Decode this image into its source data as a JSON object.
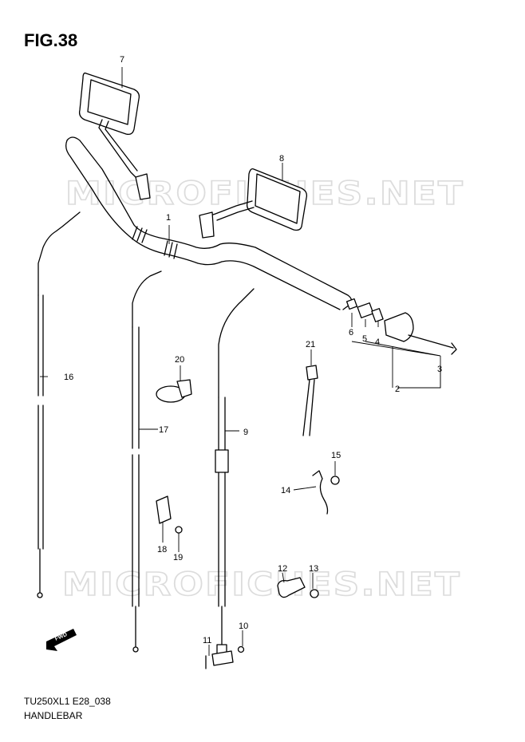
{
  "figure": {
    "title": "FIG.38"
  },
  "footer": {
    "code": "TU250XL1 E28_038",
    "name": "HANDLEBAR"
  },
  "watermark": {
    "text": "MICROFICHES.NET"
  },
  "fwd_badge": {
    "text": "FWD"
  },
  "callouts": [
    "1",
    "2",
    "3",
    "4",
    "5",
    "6",
    "7",
    "8",
    "9",
    "10",
    "11",
    "12",
    "13",
    "14",
    "15",
    "16",
    "17",
    "18",
    "19",
    "20",
    "21"
  ],
  "colors": {
    "line": "#000000",
    "watermark": "#dcdcdc",
    "background": "#ffffff"
  }
}
